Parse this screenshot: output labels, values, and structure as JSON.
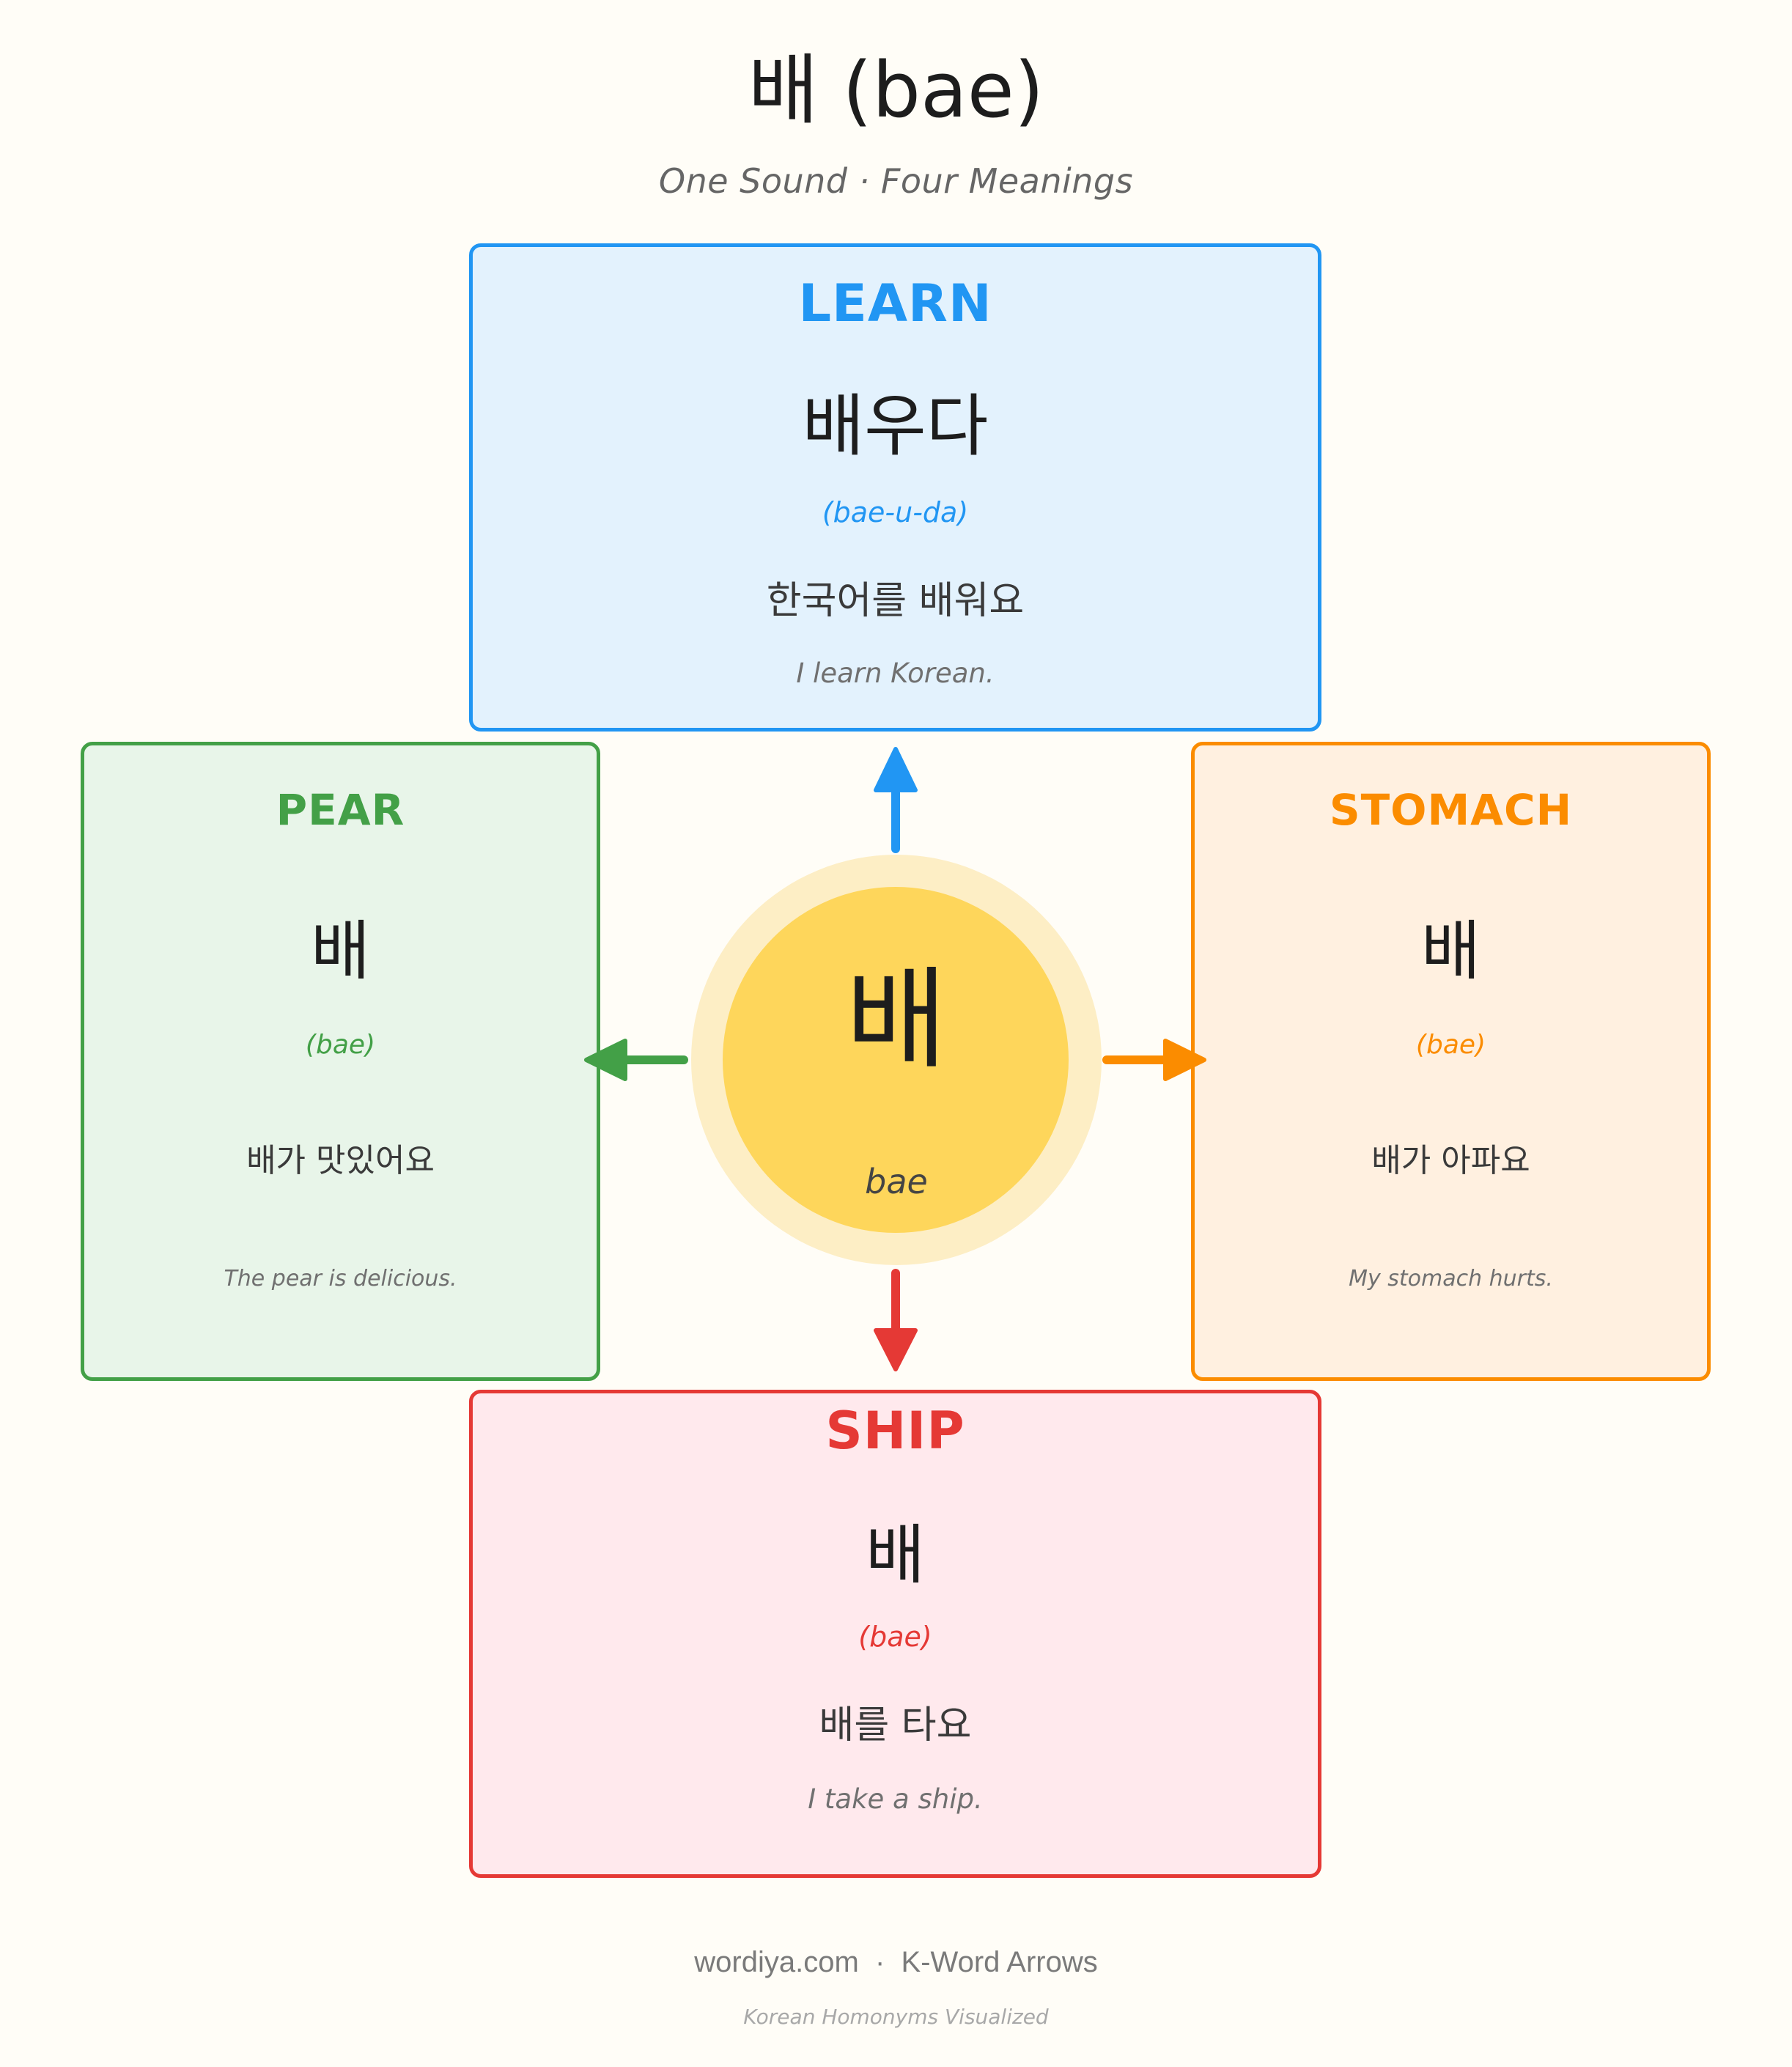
{
  "title": "배 (bae)",
  "subtitle": "One Sound · Four Meanings",
  "hub": {
    "word": "배",
    "romanization": "bae"
  },
  "cards": {
    "learn": {
      "meaning": "LEARN",
      "korean": "배우다",
      "romanization": "(bae-u-da)",
      "example": "한국어를 배워요",
      "translation": "I learn Korean.",
      "color": "#2196f3"
    },
    "pear": {
      "meaning": "PEAR",
      "korean": "배",
      "romanization": "(bae)",
      "example": "배가 맛있어요",
      "translation": "The pear is delicious.",
      "color": "#43a047"
    },
    "stomach": {
      "meaning": "STOMACH",
      "korean": "배",
      "romanization": "(bae)",
      "example": "배가 아파요",
      "translation": "My stomach hurts.",
      "color": "#fb8c00"
    },
    "ship": {
      "meaning": "SHIP",
      "korean": "배",
      "romanization": "(bae)",
      "example": "배를 타요",
      "translation": "I take a ship.",
      "color": "#e53935"
    }
  },
  "footer": {
    "main": "wordiya.com  ·  K-Word Arrows",
    "sub": "Korean Homonyms Visualized"
  }
}
